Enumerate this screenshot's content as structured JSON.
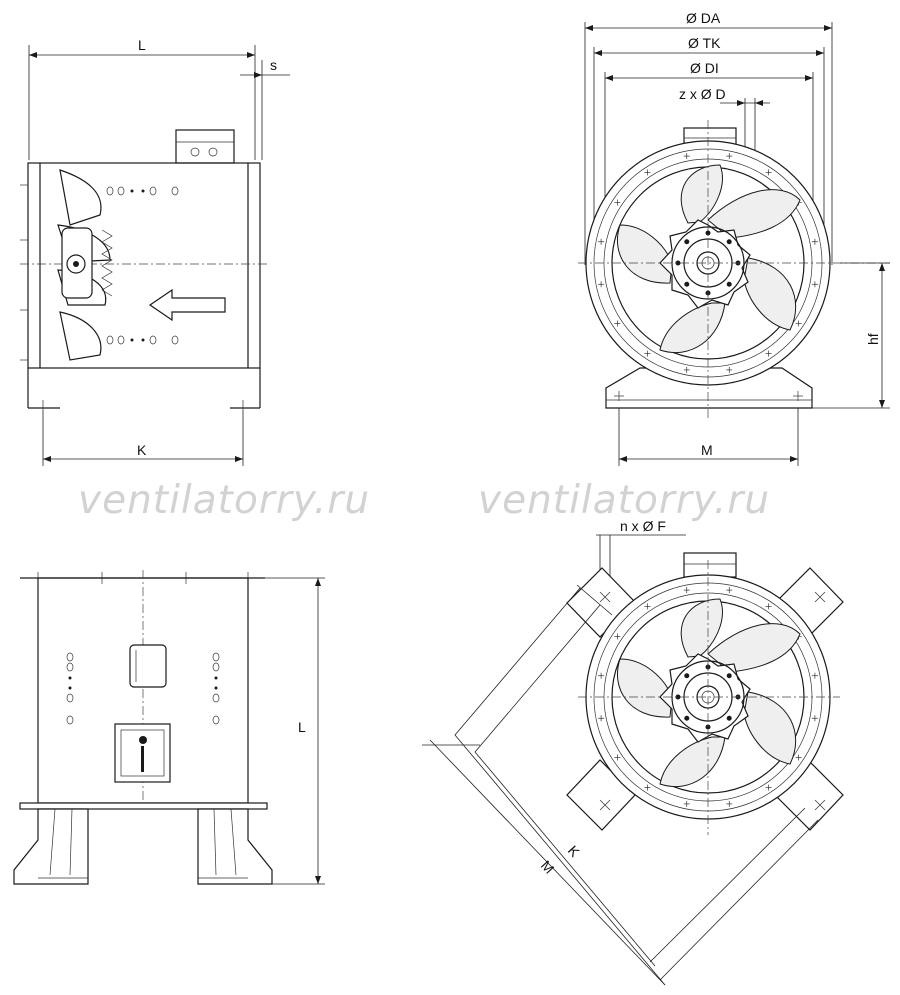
{
  "labels": {
    "side_length": "L",
    "side_offset": "s",
    "side_base": "K",
    "front_outer_dia": "Ø DA",
    "front_bolt_circle": "Ø TK",
    "front_inner_dia": "Ø DI",
    "front_holes": "z x Ø D",
    "front_height": "hf",
    "front_base": "M",
    "vertical_length": "L",
    "diag_holes": "n x Ø F",
    "diag_k": "K",
    "diag_m": "M"
  },
  "watermark": {
    "left": "ventilatorry.ru",
    "right": "ventilatorry.ru"
  },
  "colors": {
    "line": "#1a1a1a",
    "watermark": "#d2d2d2"
  },
  "icons": [
    "arrow-left-icon",
    "terminal-box-icon",
    "impeller-icon"
  ]
}
